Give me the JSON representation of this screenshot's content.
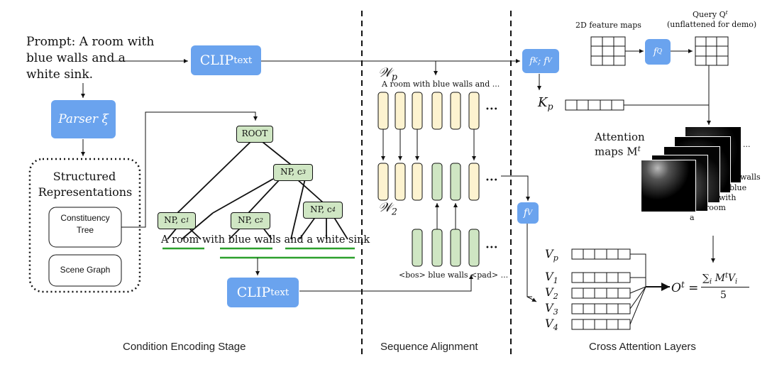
{
  "prompt": {
    "line1": "Prompt: A room with",
    "line2": "blue walls and a",
    "line3": "white sink."
  },
  "clip_top": {
    "label": "CLIP",
    "sub": "text"
  },
  "clip_bottom": {
    "label": "CLIP",
    "sub": "text"
  },
  "parser": {
    "label": "Parser ξ"
  },
  "structured": {
    "line1": "Structured",
    "line2": "Representations",
    "tree_l1": "Constituency",
    "tree_l2": "Tree",
    "scene_graph": "Scene Graph"
  },
  "tree": {
    "root": "ROOT",
    "np1": "NP, c",
    "np1_sub": "1",
    "np2": "NP, c",
    "np2_sub": "2",
    "np3": "NP, c",
    "np3_sub": "3",
    "np4": "NP, c",
    "np4_sub": "4",
    "sentence": "A room with blue walls and a white sink"
  },
  "seq": {
    "wp": "𝒲",
    "wp_sub": "p",
    "wp_text": "A room with blue walls and ...",
    "w2": "𝒲",
    "w2_sub": "2",
    "dots": "•••",
    "bottom_text": "<bos> blue walls  <pad> ..."
  },
  "fkfv": {
    "label": "f",
    "k": "K",
    "sep": "; f",
    "v": "V"
  },
  "fv": {
    "label": "f",
    "sub": "V"
  },
  "fq": {
    "label": "f",
    "sub": "Q"
  },
  "kp": {
    "label": "K",
    "sub": "p"
  },
  "feature_maps": {
    "label": "2D feature maps"
  },
  "query": {
    "line1": "Query Q",
    "sup": "t",
    "line2": "(unflattened for demo)"
  },
  "attention": {
    "line1": "Attention",
    "line2": "maps M",
    "sup": "t",
    "words": [
      "walls",
      "blue",
      "with",
      "room",
      "a"
    ],
    "ellipsis": "..."
  },
  "values": [
    {
      "label": "V",
      "sub": "p"
    },
    {
      "label": "V",
      "sub": "1"
    },
    {
      "label": "V",
      "sub": "2"
    },
    {
      "label": "V",
      "sub": "3"
    },
    {
      "label": "V",
      "sub": "4"
    }
  ],
  "output": {
    "lhs": "O",
    "sup": "t",
    "num": "∑",
    "num_i": "i",
    "num_rest": " M",
    "num_t": "t",
    "num_v": "V",
    "num_vi": "i",
    "den": "5"
  },
  "stages": {
    "s1": "Condition Encoding Stage",
    "s2": "Sequence Alignment",
    "s3": "Cross Attention Layers"
  },
  "colors": {
    "blue": "#6aa3ee",
    "yellow": "#fdf3d0",
    "green": "#cfe6c3",
    "underline": "#2ca02c"
  }
}
